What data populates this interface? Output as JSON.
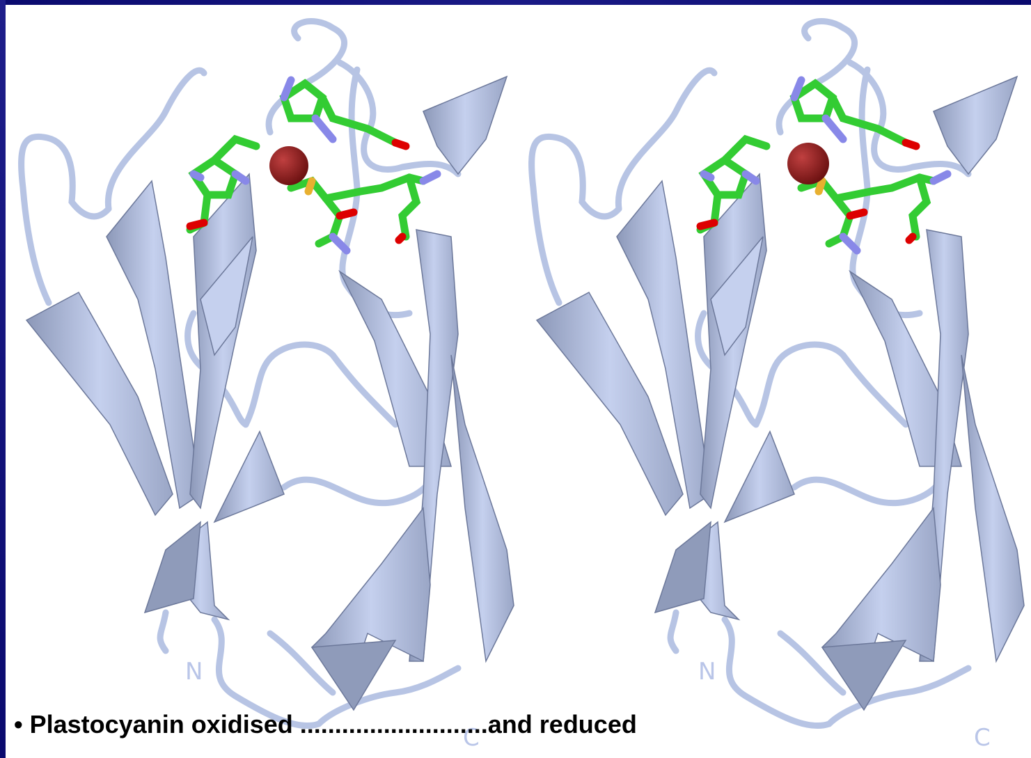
{
  "slide": {
    "caption": "• Plastocyanin oxidised ...........................and reduced"
  },
  "structures": [
    {
      "state": "oxidised",
      "n_label": "N",
      "c_label": "C"
    },
    {
      "state": "reduced",
      "n_label": "N",
      "c_label": "C"
    }
  ],
  "colors": {
    "frame": "#0a0a6e",
    "ribbon": "#b7c4e4",
    "ribbon_shadow": "#7f8cab",
    "carbon": "#33cc33",
    "nitrogen": "#8888e8",
    "oxygen": "#dd0000",
    "sulfur": "#e8b030",
    "copper": "#8b1a1a",
    "terminus_label": "#b9c5e8"
  }
}
